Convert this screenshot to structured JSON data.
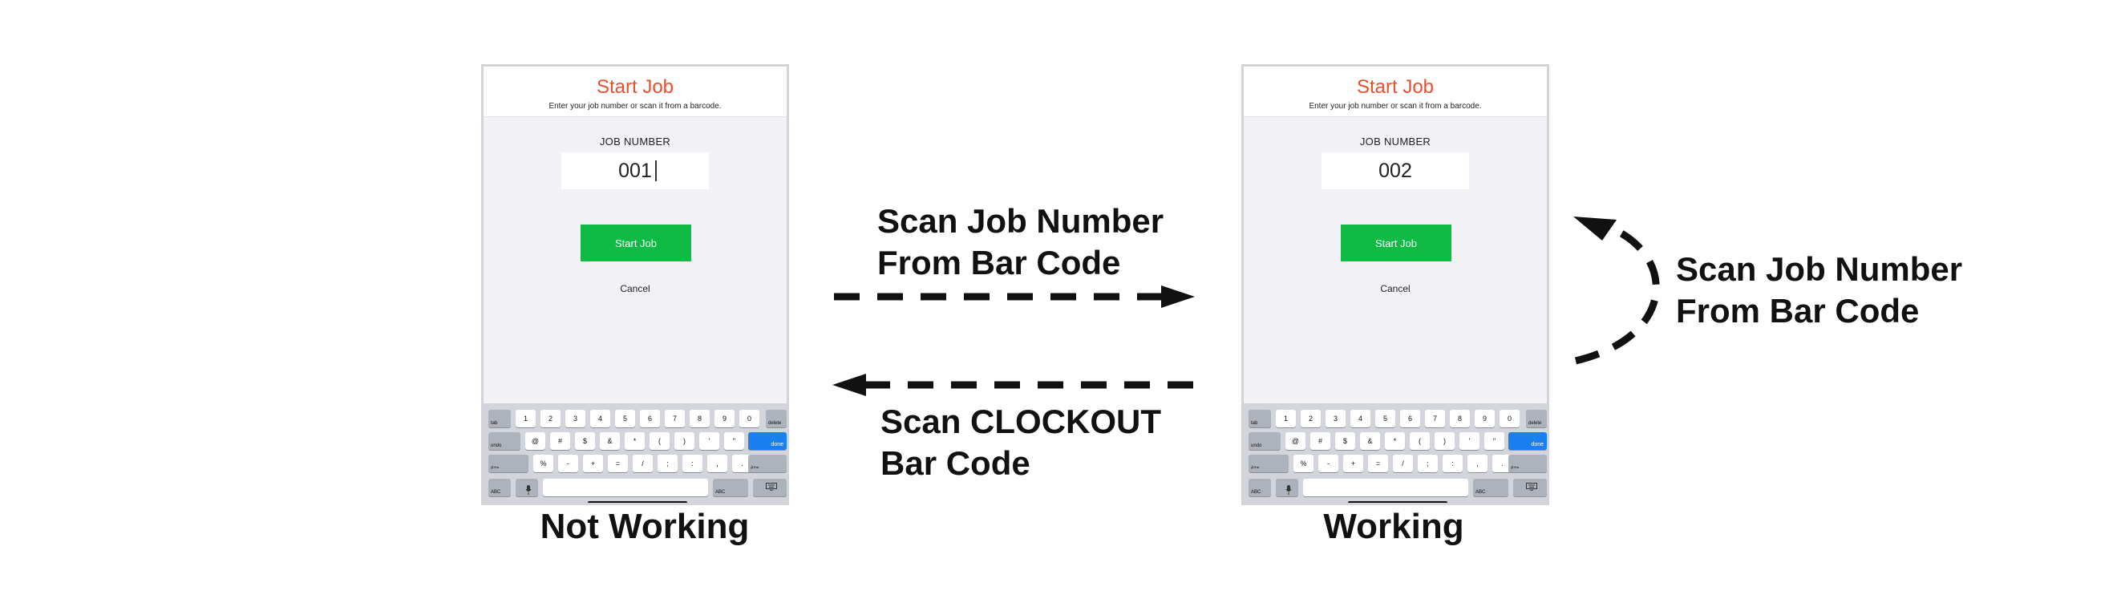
{
  "phones": [
    {
      "title": "Start Job",
      "subtitle": "Enter your job number or scan it from a barcode.",
      "field_label": "JOB NUMBER",
      "job_number": "001",
      "start_button": "Start Job",
      "cancel": "Cancel",
      "caption": "Not Working"
    },
    {
      "title": "Start Job",
      "subtitle": "Enter your job number or scan it from a barcode.",
      "field_label": "JOB NUMBER",
      "job_number": "002",
      "start_button": "Start Job",
      "cancel": "Cancel",
      "caption": "Working"
    }
  ],
  "keyboard": {
    "row1": [
      "1",
      "2",
      "3",
      "4",
      "5",
      "6",
      "7",
      "8",
      "9",
      "0"
    ],
    "row2": [
      "@",
      "#",
      "$",
      "&",
      "*",
      "(",
      ")",
      "'",
      "\""
    ],
    "row3": [
      "%",
      "-",
      "+",
      "=",
      "/",
      ";",
      ":",
      ",",
      "."
    ],
    "tab": "tab",
    "delete": "delete",
    "undo": "undo",
    "done": "done",
    "more": "#+=",
    "abc": "ABC",
    "mic": "mic-icon",
    "kb": "keyboard-icon"
  },
  "transitions": {
    "to_working_line1": "Scan Job Number",
    "to_working_line2": "From Bar Code",
    "to_not_working_line1": "Scan CLOCKOUT",
    "to_not_working_line2": "Bar Code",
    "self_loop_line1": "Scan Job Number",
    "self_loop_line2": "From Bar Code"
  },
  "colors": {
    "title": "#e5502f",
    "start_button": "#0fbb45",
    "done_key": "#1a7ff0"
  }
}
